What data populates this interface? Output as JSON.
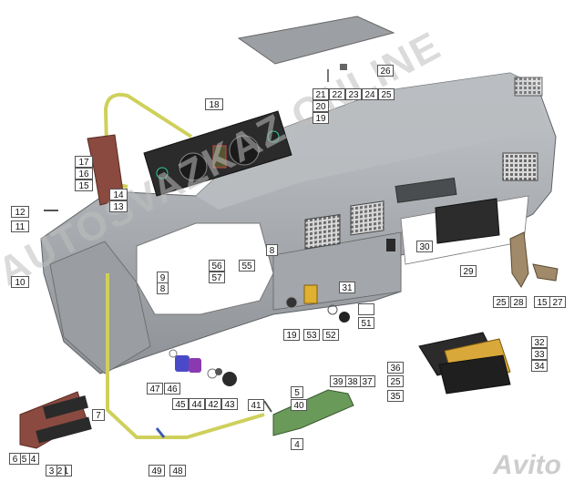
{
  "labels": {
    "l1": "1",
    "l2": "2",
    "l3": "3",
    "l4": "4",
    "l5": "5",
    "l6": "6",
    "l7": "7",
    "l8": "8",
    "l9": "9",
    "l10": "10",
    "l11": "11",
    "l12": "12",
    "l13": "13",
    "l14": "14",
    "l15": "15",
    "l16": "16",
    "l17": "17",
    "l18": "18",
    "l19": "19",
    "l20": "20",
    "l21": "21",
    "l22": "22",
    "l23": "23",
    "l24": "24",
    "l25": "25",
    "l26": "26",
    "l27": "27",
    "l28": "28",
    "l29": "29",
    "l30": "30",
    "l31": "31",
    "l32": "32",
    "l33": "33",
    "l34": "34",
    "l35": "35",
    "l36": "36",
    "l37": "37",
    "l38": "38",
    "l39": "39",
    "l40": "40",
    "l41": "41",
    "l42": "42",
    "l43": "43",
    "l44": "44",
    "l45": "45",
    "l46": "46",
    "l47": "47",
    "l48": "48",
    "l49": "49",
    "l51": "51",
    "l52": "52",
    "l53": "53",
    "l55": "55",
    "l56": "56",
    "l57": "57"
  },
  "watermark_text": "AUTOSVAZKAZ.ONLINE",
  "brand_text": "Avito",
  "colors": {
    "panel": "#a9acb0",
    "panel_dark": "#7d8186",
    "harness": "#d8d86a",
    "cluster": "#2b2b2b",
    "bracket_red": "#8a4a40",
    "bezel_amber": "#d9a83a",
    "knob_blue": "#4a4ac8",
    "knob_purple": "#8a3ab0",
    "bracket_green": "#6a9a5a"
  }
}
